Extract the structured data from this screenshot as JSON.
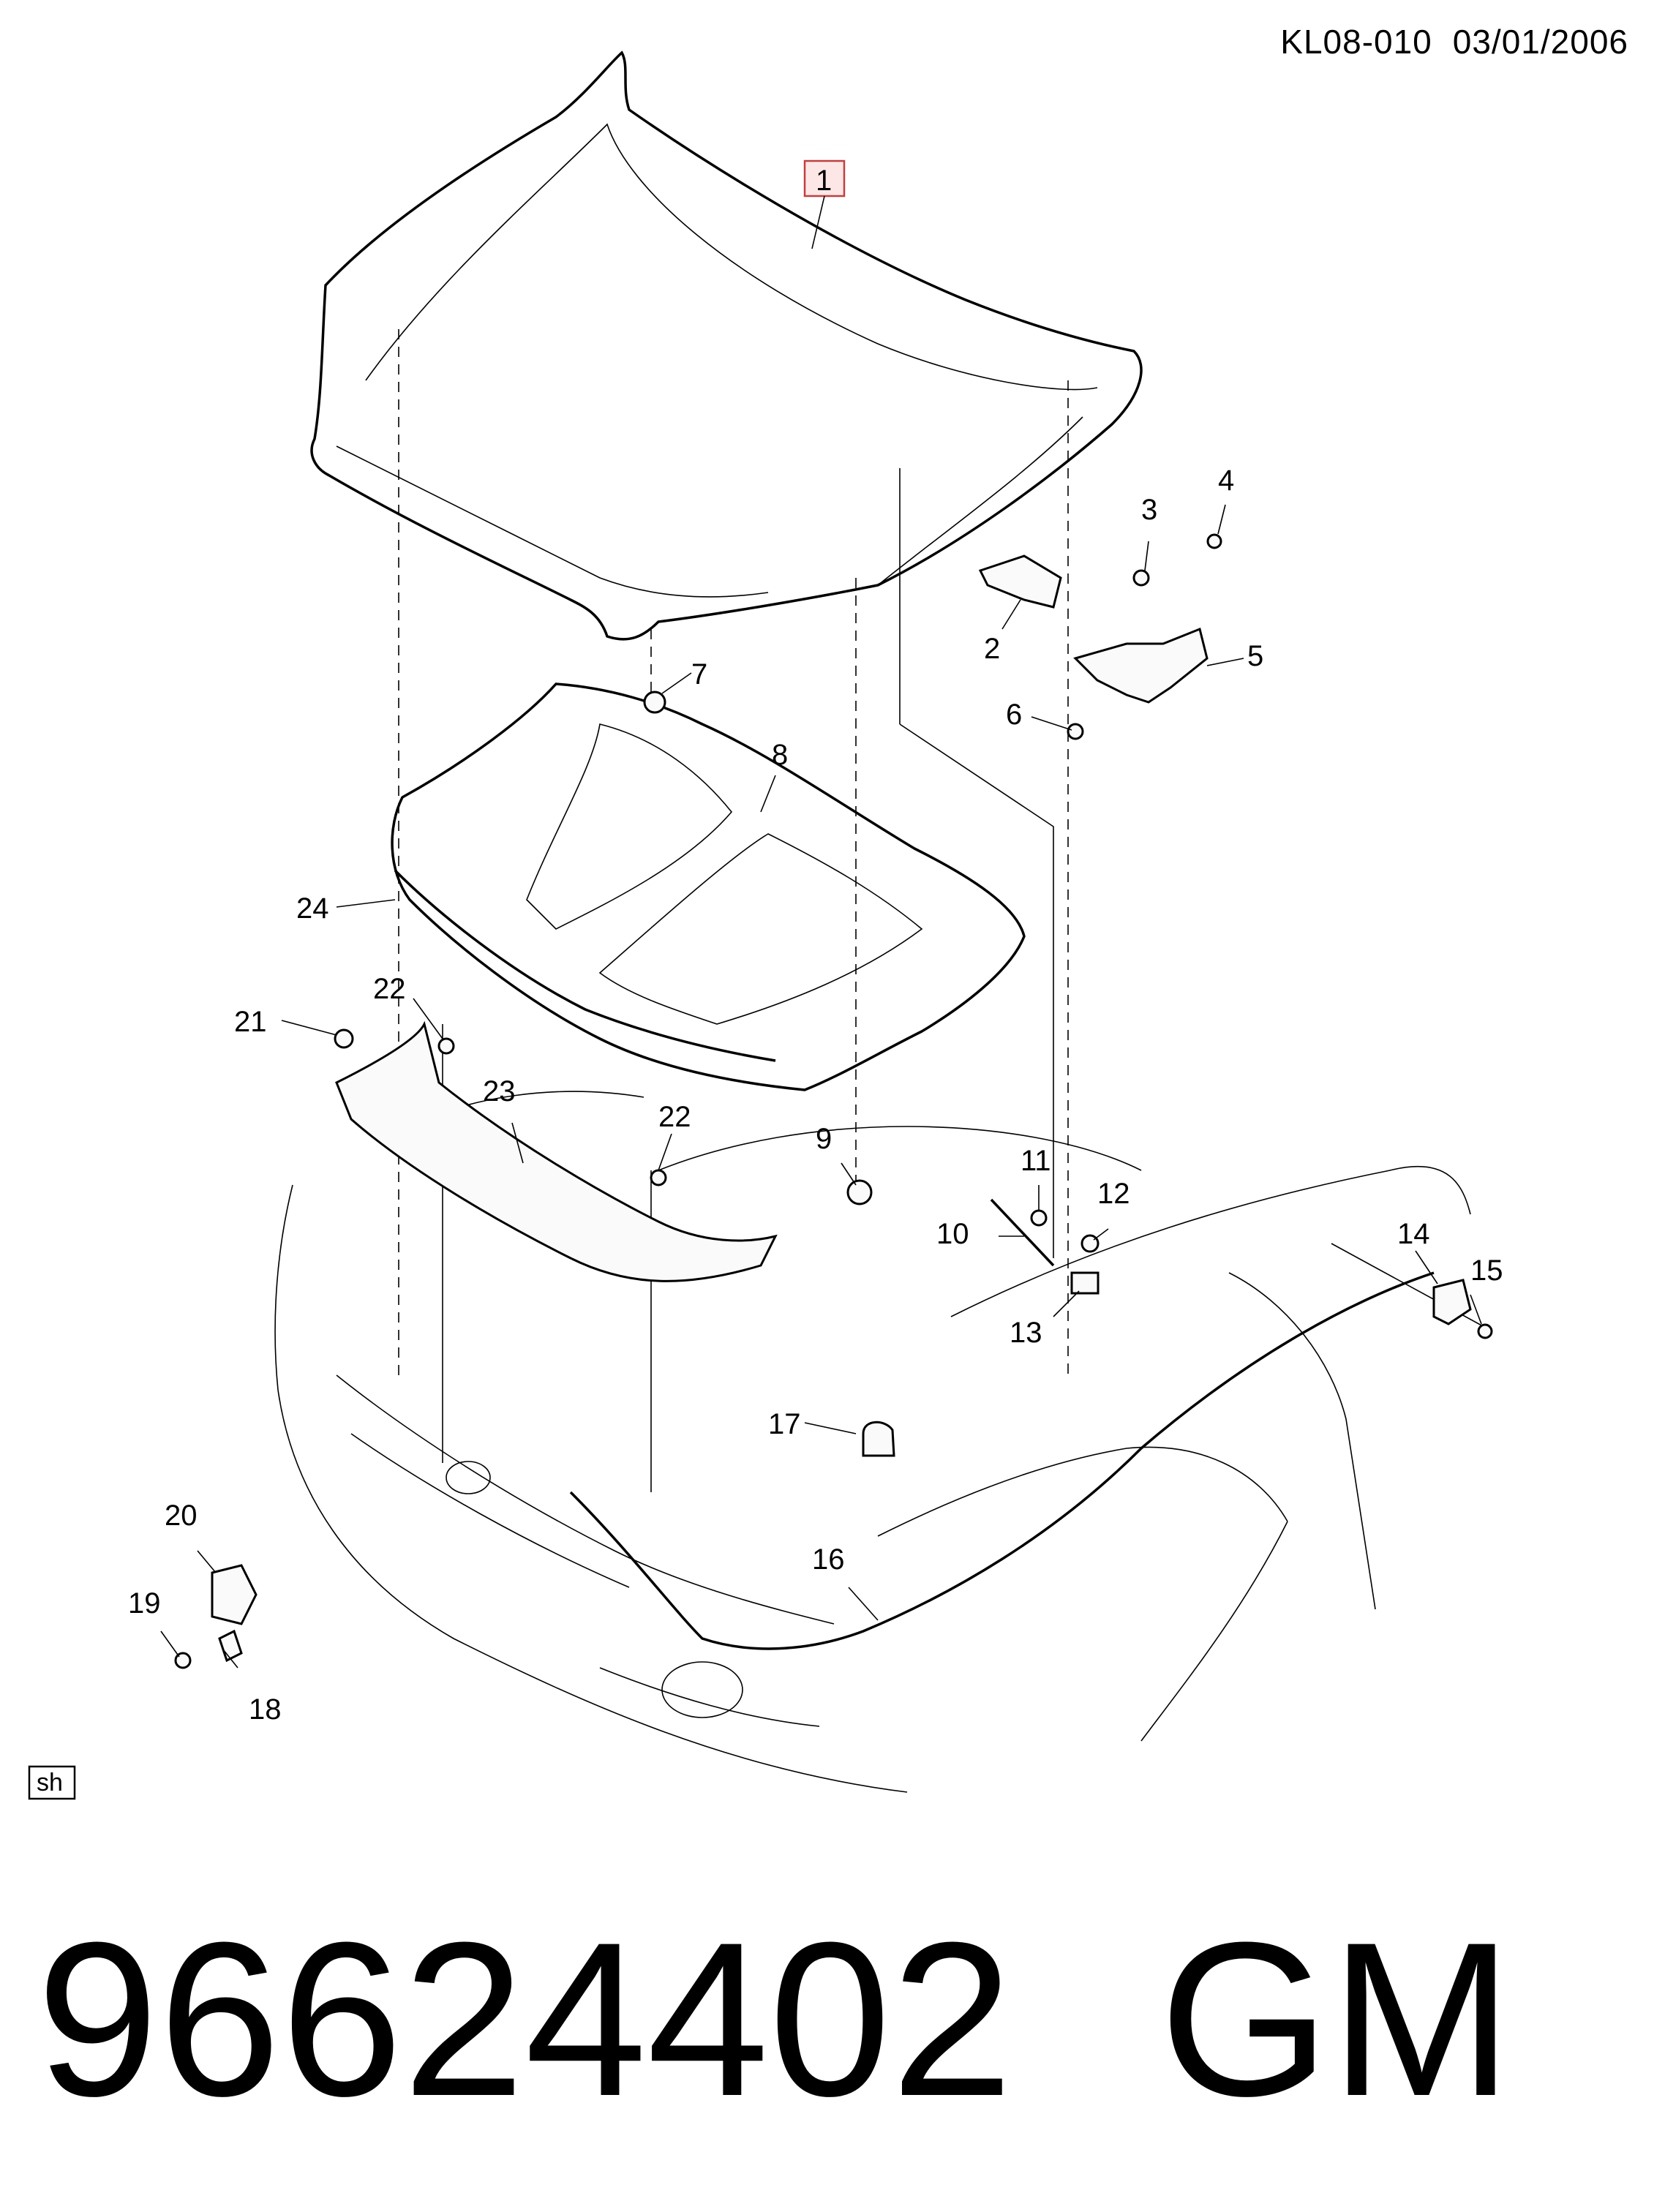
{
  "header": {
    "diagram_code": "KL08-010",
    "date": "03/01/2006"
  },
  "callouts": [
    "1",
    "2",
    "3",
    "4",
    "5",
    "6",
    "7",
    "8",
    "9",
    "10",
    "11",
    "12",
    "13",
    "14",
    "15",
    "16",
    "17",
    "18",
    "19",
    "20",
    "21",
    "22",
    "22",
    "23",
    "24"
  ],
  "badge": "sh",
  "footer": {
    "part_number": "96624402",
    "brand": "GM"
  }
}
